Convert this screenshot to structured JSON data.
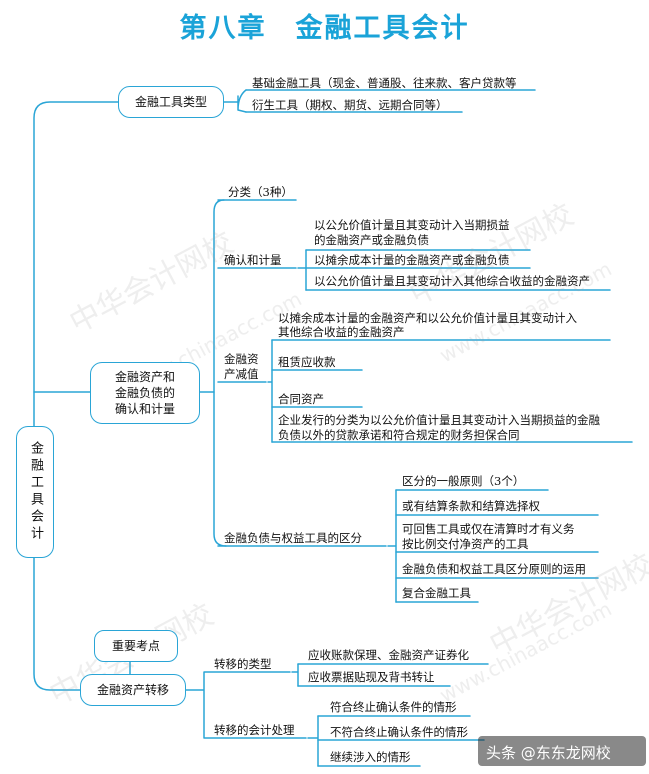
{
  "title": "第八章　金融工具会计",
  "root": "金融工具会计",
  "b1": {
    "label": "金融工具类型",
    "items": [
      "基础金融工具（现金、普通股、往来款、客户贷款等",
      "衍生工具（期权、期货、远期合同等）"
    ]
  },
  "b2": {
    "label1": "金融资产和",
    "label2": "金融负债的",
    "label3": "确认和计量",
    "classify": "分类（3种）",
    "recog": "确认和计量",
    "recog_items": [
      "以公允价值计量且其变动计入当期损益",
      "的金融资产或金融负债",
      "以摊余成本计量的金融资产或金融负债",
      "以公允价值计量且其变动计入其他综合收益的金融资产"
    ],
    "impair1": "金融资",
    "impair2": "产减值",
    "impair_items": [
      "以摊余成本计量的金融资产和以公允价值计量且其变动计入",
      "其他综合收益的金融资产",
      "租赁应收款",
      "合同资产",
      "企业发行的分类为以公允价值计量且其变动计入当期损益的金融",
      "负债以外的贷款承诺和符合规定的财务担保合同"
    ],
    "distinct": "金融负债与权益工具的区分",
    "distinct_items": [
      "区分的一般原则（3个）",
      "或有结算条款和结算选择权",
      "可回售工具或仅在清算时才有义务",
      "按比例交付净资产的工具",
      "金融负债和权益工具区分原则的运用",
      "复合金融工具"
    ]
  },
  "b3": {
    "label": "金融资产转移",
    "key": "重要考点",
    "types": "转移的类型",
    "type_items": [
      "应收账款保理、金融资产证券化",
      "应收票据贴现及背书转让"
    ],
    "treat": "转移的会计处理",
    "treat_items": [
      "符合终止确认条件的情形",
      "不符合终止确认条件的情形",
      "继续涉入的情形"
    ]
  },
  "watermark": {
    "text1": "中华会计网校",
    "text2": "www.chinaacc.com",
    "corner": "头条 @东东龙网校"
  },
  "colors": {
    "title": "#1aa3d8",
    "line": "#2aa5d6"
  }
}
